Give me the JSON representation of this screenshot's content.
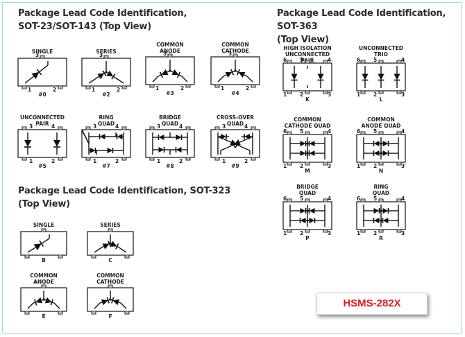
{
  "headings": {
    "sot23": "Package Lead Code Identification,\nSOT-23/SOT-143 (Top View)",
    "sot363": "Package Lead Code Identification, SOT-363\n(Top View)",
    "sot323": "Package Lead Code Identification, SOT-323\n(Top View)"
  },
  "badge": {
    "text": "HSMS-282X",
    "color": "#d81e28"
  },
  "packages": [
    {
      "id": "sot23-single",
      "label": "SINGLE",
      "code": "#0",
      "kind": "3pin",
      "diagram": "single",
      "pins": [
        "1",
        "2",
        "3"
      ]
    },
    {
      "id": "sot23-series",
      "label": "SERIES",
      "code": "#2",
      "kind": "3pin",
      "diagram": "series",
      "pins": [
        "1",
        "2",
        "3"
      ]
    },
    {
      "id": "sot23-common-anode",
      "label": "COMMON\nANODE",
      "code": "#3",
      "kind": "3pin",
      "diagram": "common-anode",
      "pins": [
        "1",
        "2",
        "3"
      ]
    },
    {
      "id": "sot23-common-cathode",
      "label": "COMMON\nCATHODE",
      "code": "#4",
      "kind": "3pin",
      "diagram": "common-cathode",
      "pins": [
        "1",
        "2",
        "3"
      ]
    },
    {
      "id": "sot143-unconnected-pair",
      "label": "UNCONNECTED\nPAIR",
      "code": "#5",
      "kind": "4pin",
      "diagram": "pair",
      "pins": [
        "1",
        "2",
        "3",
        "4"
      ]
    },
    {
      "id": "sot143-ring-quad",
      "label": "RING\nQUAD",
      "code": "#7",
      "kind": "4pin",
      "diagram": "ring",
      "pins": [
        "1",
        "2",
        "3",
        "4"
      ]
    },
    {
      "id": "sot143-bridge-quad",
      "label": "BRIDGE\nQUAD",
      "code": "#8",
      "kind": "4pin",
      "diagram": "bridge",
      "pins": [
        "1",
        "2",
        "3",
        "4"
      ]
    },
    {
      "id": "sot143-cross-over-quad",
      "label": "CROSS-OVER\nQUAD",
      "code": "#9",
      "kind": "4pin",
      "diagram": "cross",
      "pins": [
        "1",
        "2",
        "3",
        "4"
      ]
    },
    {
      "id": "sot363-high-isolation",
      "label": "HIGH ISOLATION\nUNCONNECTED PAIR",
      "code": "K",
      "kind": "6pin",
      "diagram": "hi-pair",
      "pins": [
        "1",
        "2",
        "3",
        "4",
        "5",
        "6"
      ]
    },
    {
      "id": "sot363-unconnected-trio",
      "label": "UNCONNECTED\nTRIO",
      "code": "L",
      "kind": "6pin",
      "diagram": "trio",
      "pins": [
        "1",
        "2",
        "3",
        "4",
        "5",
        "6"
      ]
    },
    {
      "id": "sot363-common-cathode-quad",
      "label": "COMMON\nCATHODE QUAD",
      "code": "M",
      "kind": "6pin",
      "diagram": "quad-k",
      "pins": [
        "1",
        "2",
        "3",
        "4",
        "5",
        "6"
      ]
    },
    {
      "id": "sot363-common-anode-quad",
      "label": "COMMON\nANODE QUAD",
      "code": "N",
      "kind": "6pin",
      "diagram": "quad-a",
      "pins": [
        "1",
        "2",
        "3",
        "4",
        "5",
        "6"
      ]
    },
    {
      "id": "sot363-bridge-quad",
      "label": "BRIDGE\nQUAD",
      "code": "P",
      "kind": "6pin",
      "diagram": "quad-b",
      "pins": [
        "1",
        "2",
        "3",
        "4",
        "5",
        "6"
      ]
    },
    {
      "id": "sot363-ring-quad",
      "label": "RING\nQUAD",
      "code": "R",
      "kind": "6pin",
      "diagram": "quad-r",
      "pins": [
        "1",
        "2",
        "3",
        "4",
        "5",
        "6"
      ]
    },
    {
      "id": "sot323-single",
      "label": "SINGLE",
      "code": "B",
      "kind": "3pin-plain",
      "diagram": "single",
      "pins": []
    },
    {
      "id": "sot323-series",
      "label": "SERIES",
      "code": "C",
      "kind": "3pin-plain",
      "diagram": "series",
      "pins": []
    },
    {
      "id": "sot323-common-anode",
      "label": "COMMON\nANODE",
      "code": "E",
      "kind": "3pin-plain",
      "diagram": "common-anode",
      "pins": []
    },
    {
      "id": "sot323-common-cathode",
      "label": "COMMON\nCATHODE",
      "code": "F",
      "kind": "3pin-plain",
      "diagram": "common-cathode",
      "pins": []
    }
  ]
}
